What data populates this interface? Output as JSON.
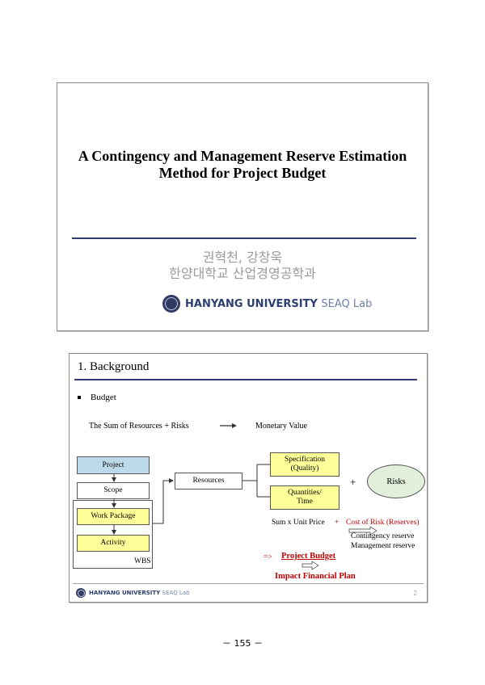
{
  "slide1": {
    "title_line1": "A Contingency and Management Reserve Estimation",
    "title_line2": "Method for Project Budget",
    "authors": "권혁천, 강창욱",
    "department": "한양대학교 산업경영공학과",
    "logo_text": "HANYANG UNIVERSITY",
    "logo_lab": "SEAQ Lab"
  },
  "slide2": {
    "title": "1.  Background",
    "bullet": "Budget",
    "equation_left": "The Sum of Resources  +  Risks",
    "equation_right": "Monetary Value",
    "diagram": {
      "project": "Project",
      "scope": "Scope",
      "work_package": "Work Package",
      "activity": "Activity",
      "wbs": "WBS",
      "resources": "Resources",
      "specification_l1": "Specification",
      "specification_l2": "(Quality)",
      "quantities_l1": "Quantities/",
      "quantities_l2": "Time",
      "plus": "+",
      "risks": "Risks",
      "sum_unit_price": "Sum x Unit Price",
      "plus2": "+",
      "cost_of_risk": "Cost of Risk (Reserves)",
      "contingency_reserve": "Contingency reserve",
      "management_reserve": "Management reserve",
      "arrow_symbol": "=>",
      "project_budget": "Project Budget",
      "impact_financial_plan": "Impact Financial Plan"
    },
    "logo_text": "HANYANG UNIVERSITY",
    "logo_lab": "SEAQ Lab",
    "page_number": "2"
  },
  "colors": {
    "accent_navy": "#2c3f6e",
    "project_fill": "#bcd9ea",
    "highlight_yellow": "#ffff99",
    "risk_fill": "#e2efda",
    "red": "#c00000"
  },
  "footer": {
    "page_label": "－ 155 －"
  }
}
